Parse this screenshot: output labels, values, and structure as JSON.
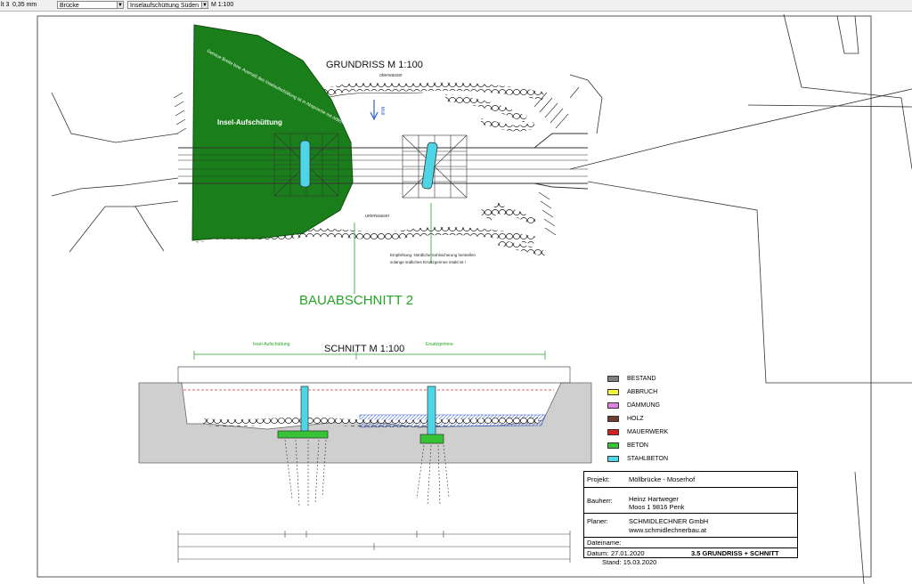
{
  "toolbar": {
    "line_label": "lt 3",
    "line_weight": "0,35 mm",
    "layer": "Brücke",
    "view": "Inselaufschüttung Süden",
    "scale": "M 1:100",
    "dropdown_icon": "chevron-down-icon"
  },
  "plan": {
    "grundriss_title": "GRUNDRISS  M 1:100",
    "oberwasser": "oberwasser",
    "unterwasser": "unterwasser",
    "flow_label": "Möll",
    "island_label": "Insel-Aufschüttung",
    "island_note": "Genaue Breite bzw. Ausmaß des Inselaufschüttung ist in Absprache mit örtlicher Bauaufsicht festzulegen",
    "empfehlung": "Empfehlung: Nördliche Sohlsicherung herstellen",
    "empfehlung_2": "solange südliches Ersatzgerinne intakt ist !",
    "bauabschnitt": "BAUABSCHNITT 2",
    "schnitt_title": "SCHNITT  M 1:100",
    "schnitt_island_label": "Insel-Aufschüttung",
    "ersatzgerinne": "Ersatzgerinne",
    "colors": {
      "island": "#1a7f1a",
      "accent_green": "#27a327",
      "steel_concrete": "#4ed6e6",
      "water_line": "#d93030",
      "water_blue": "#2f5fd0",
      "ground": "#cfcfcf"
    }
  },
  "legend": [
    {
      "label": "BESTAND",
      "color": "#808080"
    },
    {
      "label": "ABBRUCH",
      "color": "#f4f040"
    },
    {
      "label": "DÄMMUNG",
      "color": "#e080e0"
    },
    {
      "label": "HOLZ",
      "color": "#6b3e2e"
    },
    {
      "label": "MAUERWERK",
      "color": "#d42020"
    },
    {
      "label": "BETON",
      "color": "#36c436"
    },
    {
      "label": "STAHLBETON",
      "color": "#4ed6e6"
    }
  ],
  "titleblock": {
    "projekt_label": "Projekt:",
    "projekt_value": "Möllbrücke - Moserhof",
    "bauherr_label": "Bauherr:",
    "bauherr_name": "Heinz Hartweger",
    "bauherr_address": "Moos 1  9816 Penk",
    "planer_label": "Planer:",
    "planer_name": "SCHMIDLECHNER GmbH",
    "planer_web": "www.schmidlechnerbau.at",
    "dateiname_label": "Dateiname:",
    "datum_label": "Datum:",
    "datum_value": "27.01.2020",
    "plan_no": "3.5  GRUNDRISS + SCHNITT",
    "stand_label": "Stand:",
    "stand_value": "15.03.2020"
  }
}
